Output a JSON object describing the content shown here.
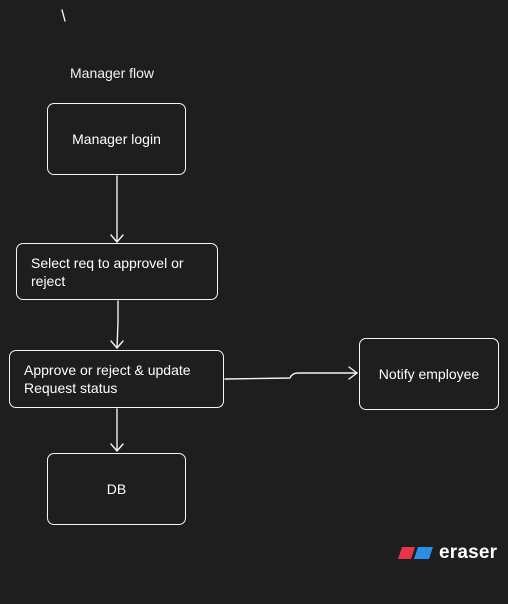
{
  "diagram": {
    "title": "Manager flow",
    "nodes": {
      "login": "Manager login",
      "select": "Select req to approvel or\nreject",
      "approve": "Approve or reject & update\nRequest status",
      "notify": "Notify employee",
      "db": "DB"
    },
    "edges": [
      {
        "from": "login",
        "to": "select"
      },
      {
        "from": "select",
        "to": "approve"
      },
      {
        "from": "approve",
        "to": "db"
      },
      {
        "from": "approve",
        "to": "notify"
      }
    ]
  },
  "brand": {
    "name": "eraser",
    "colors": {
      "red": "#e8344a",
      "blue": "#2b8fe6"
    }
  }
}
